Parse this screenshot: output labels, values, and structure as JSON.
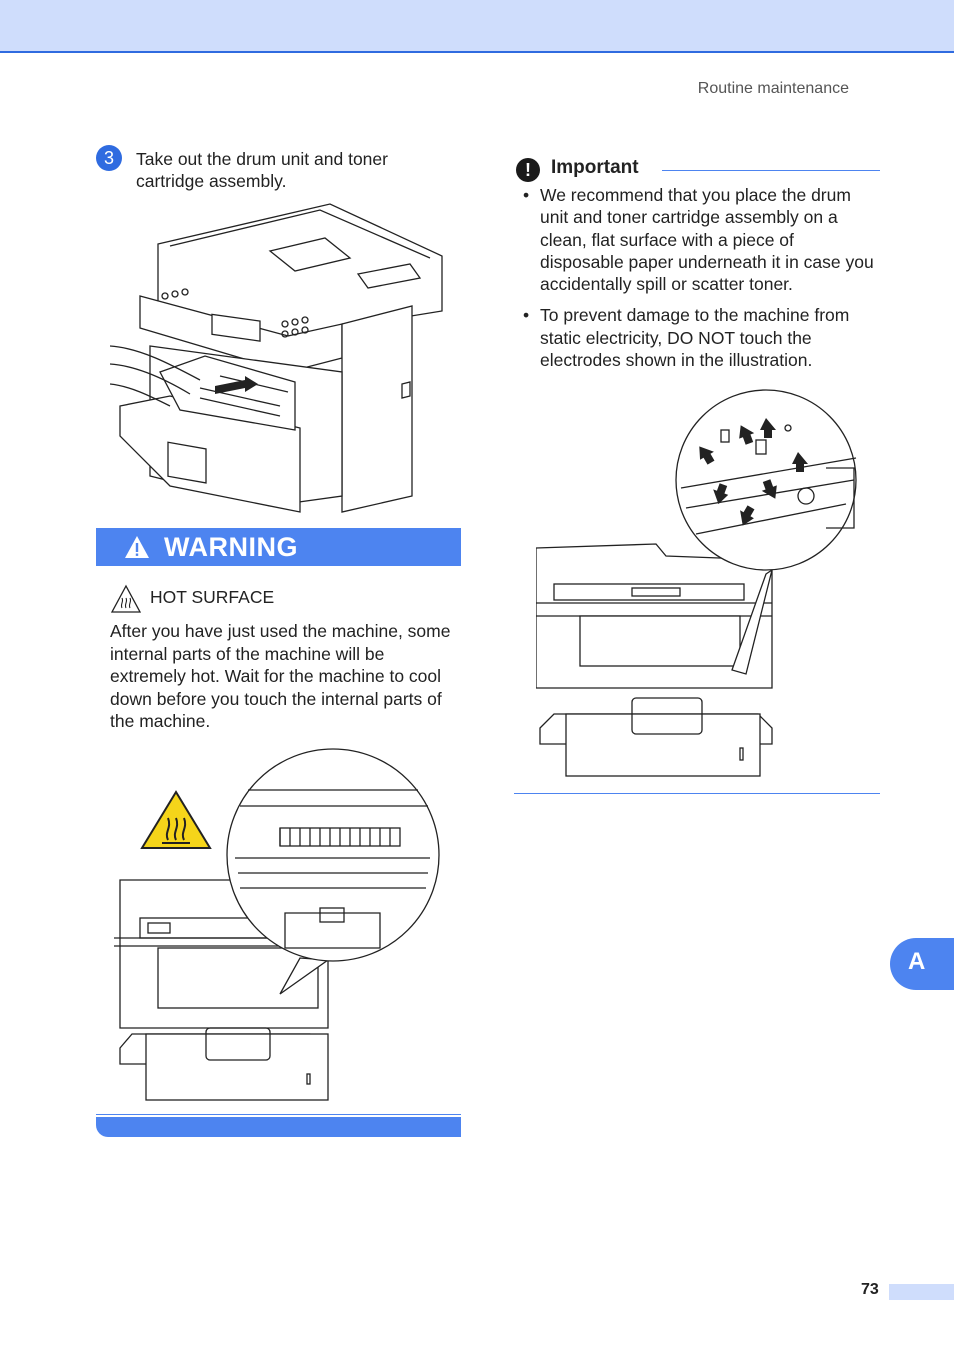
{
  "header": {
    "section_title": "Routine maintenance"
  },
  "step": {
    "number": "3",
    "text": "Take out the drum unit and toner cartridge assembly."
  },
  "warning": {
    "title": "WARNING",
    "hazard_label": "HOT SURFACE",
    "body": "After you have just used the machine, some internal parts of the machine will be extremely hot. Wait for the machine to cool down before you touch the internal parts of the machine."
  },
  "important": {
    "title": "Important",
    "items": [
      "We recommend that you place the drum unit and toner cartridge assembly on a clean, flat surface with a piece of disposable paper underneath it in case you accidentally spill or scatter toner.",
      "To prevent damage to the machine from static electricity, DO NOT touch the electrodes shown in the illustration."
    ]
  },
  "side_tab": {
    "label": "A"
  },
  "footer": {
    "page_number": "73"
  },
  "colors": {
    "accent": "#4d84f0",
    "header_band": "#cfddfc",
    "hot_surface_yellow": "#f5d51a"
  }
}
